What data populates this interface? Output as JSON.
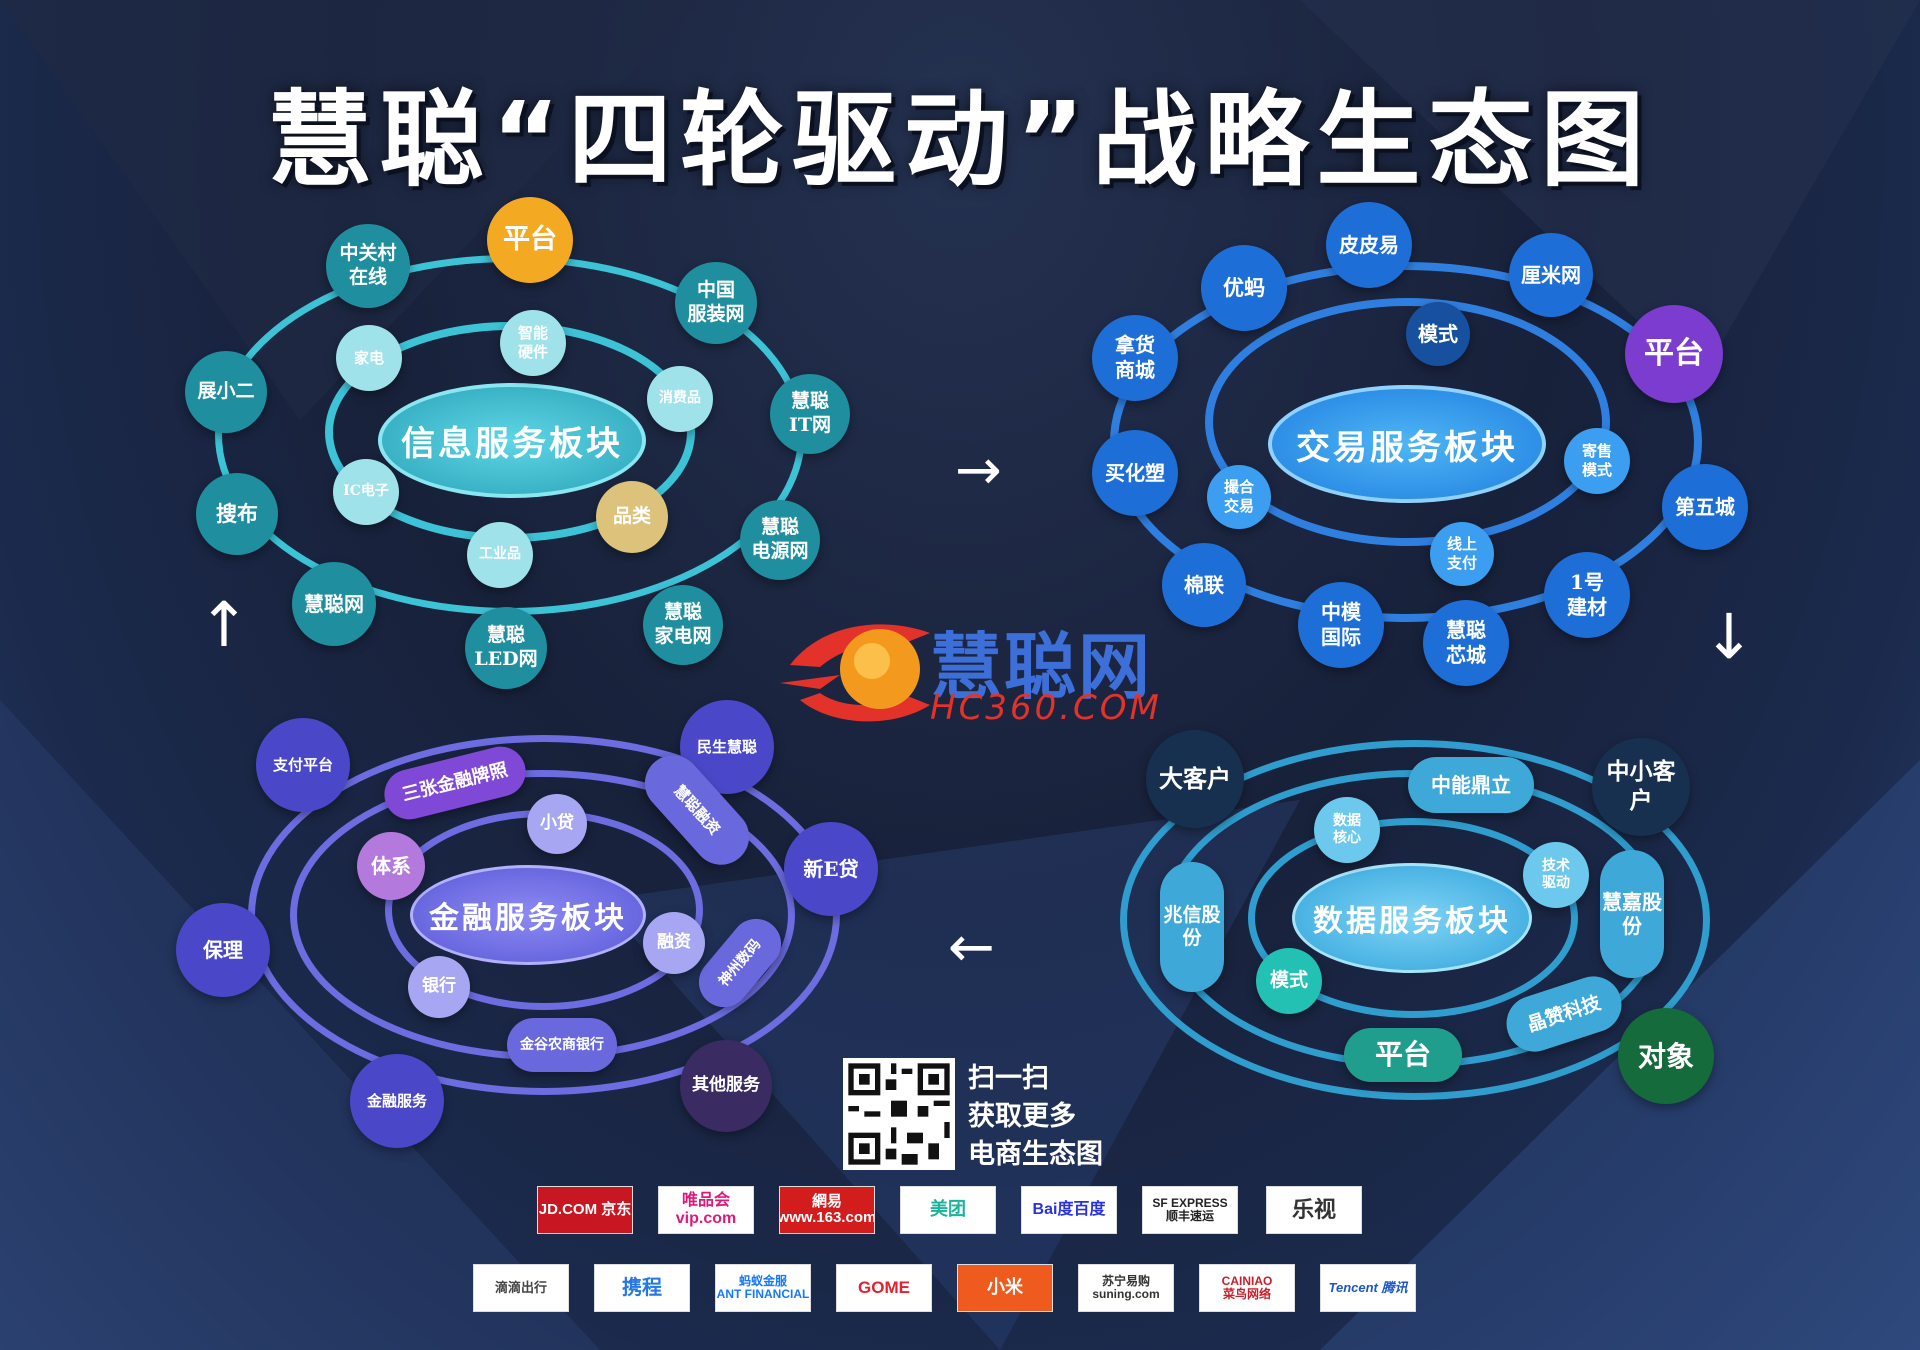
{
  "title": "慧聪“四轮驱动”战略生态图",
  "quadrants": {
    "info": {
      "center": "信息服务板块",
      "outer": [
        "平台",
        "中国\n服装网",
        "慧聪\nIT网",
        "慧聪\n电源网",
        "慧聪\n家电网",
        "慧聪\nLED网",
        "慧聪网",
        "搜布",
        "展小二",
        "中关村\n在线"
      ],
      "inner": [
        "智能\n硬件",
        "消费品",
        "品类",
        "工业品",
        "IC电子",
        "家电"
      ]
    },
    "trade": {
      "center": "交易服务板块",
      "outer": [
        "皮皮易",
        "厘米网",
        "平台",
        "第五城",
        "1号\n建材",
        "慧聪\n芯城",
        "中模\n国际",
        "棉联",
        "买化塑",
        "拿货\n商城",
        "优蚂"
      ],
      "inner": [
        "模式",
        "寄售\n模式",
        "线上\n支付",
        "撮合\n交易"
      ]
    },
    "data": {
      "center": "数据服务板块",
      "outer": [
        "大客户",
        "中小客户",
        "对象",
        "平台"
      ],
      "middle": [
        "中能鼎立",
        "慧嘉股份",
        "晶赞科技",
        "兆信股份"
      ],
      "inner": [
        "数据\n核心",
        "技术\n驱动",
        "模式"
      ]
    },
    "finance": {
      "center": "金融服务板块",
      "outer": [
        "支付平台",
        "民生慧聪",
        "新E贷",
        "其他服务",
        "金融服务",
        "保理"
      ],
      "middle": [
        "三张金融牌照",
        "慧聪融资",
        "神州数码",
        "金谷农商银行"
      ],
      "inner": [
        "小贷",
        "融资",
        "银行",
        "体系"
      ]
    }
  },
  "arrows": {
    "right": "→",
    "down": "↓",
    "left": "←",
    "up": "↑"
  },
  "brand": {
    "cn": "慧聪网",
    "en": "HC360.COM"
  },
  "qr_text": "扫一扫\n获取更多\n电商生态图",
  "logos_row1": [
    "JD.COM 京东",
    "唯品会\nvip.com",
    "網易\nwww.163.com",
    "美团",
    "Bai度百度",
    "SF EXPRESS\n顺丰速运",
    "乐视"
  ],
  "logos_row2": [
    "滴滴出行",
    "携程",
    "蚂蚁金服\nANT FINANCIAL",
    "GOME",
    "小米",
    "苏宁易购\nsuning.com",
    "CAINIAO\n菜鸟网络",
    "Tencent 腾讯"
  ],
  "colors": {
    "info_ring": "#3cc3d6",
    "info_node": "#1f8e9e",
    "trade_ring": "#2f7fe0",
    "trade_node": "#1e6ed8",
    "data_ring": "#2f9dce",
    "data_node": "#18708f",
    "fin_ring": "#6d6ce0",
    "fin_node": "#4a48c8",
    "purple": "#7b3ccf",
    "gold": "#f3a922"
  }
}
